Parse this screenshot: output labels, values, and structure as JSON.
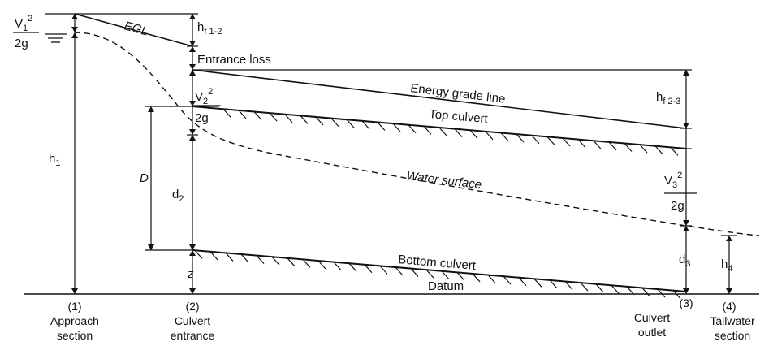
{
  "labels": {
    "v1_num": "V",
    "v1_sub": "1",
    "v1_sup": "2",
    "v1_den": "2g",
    "egl": "EGL",
    "hf12_h": "h",
    "hf12_sub": "f 1-2",
    "entrance_loss": "Entrance loss",
    "energy_grade_line": "Energy grade line",
    "hf23_h": "h",
    "hf23_sub": "f 2-3",
    "v2_num": "V",
    "v2_sub": "2",
    "v2_sup": "2",
    "v2_den": "2g",
    "top_culvert": "Top culvert",
    "h1_h": "h",
    "h1_sub": "1",
    "D": "D",
    "d2_d": "d",
    "d2_sub": "2",
    "water_surface": "Water surface",
    "v3_num": "V",
    "v3_sub": "3",
    "v3_sup": "2",
    "v3_den": "2g",
    "d3_d": "d",
    "d3_sub": "3",
    "h4_h": "h",
    "h4_sub": "4",
    "bottom_culvert": "Bottom culvert",
    "z": "z",
    "datum": "Datum"
  },
  "sections": [
    {
      "num": "(1)",
      "line1": "Approach",
      "line2": "section"
    },
    {
      "num": "(2)",
      "line1": "Culvert",
      "line2": "entrance"
    },
    {
      "num": "(3)",
      "line1": "Culvert",
      "line2": "outlet"
    },
    {
      "num": "(4)",
      "line1": "Tailwater",
      "line2": "section"
    }
  ]
}
